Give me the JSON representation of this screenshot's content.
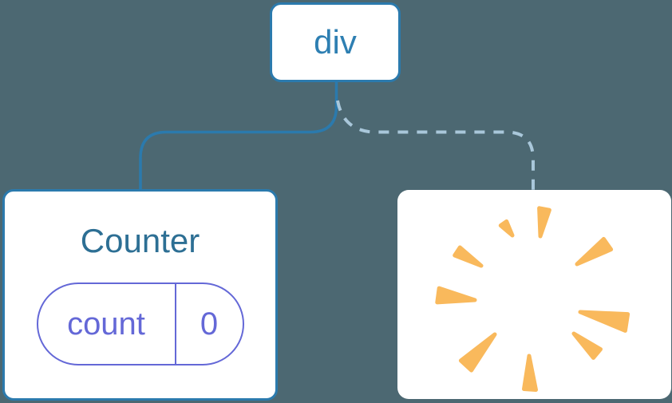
{
  "canvas": {
    "background_color": "#4C6872"
  },
  "tree": {
    "root": {
      "label": "div",
      "border_color": "#2B7AAD",
      "text_color": "#2E7FB2"
    },
    "edges": {
      "solid_color": "#2B7AAD",
      "dashed_color": "#A9C7DA"
    },
    "children": [
      {
        "type": "component",
        "title": "Counter",
        "title_color": "#2D6F94",
        "connector": "solid",
        "state": {
          "key": "count",
          "value": "0",
          "accent_color": "#6468D7"
        }
      },
      {
        "type": "removed",
        "icon": "poof-burst",
        "icon_color": "#F9B95C",
        "connector": "dashed"
      }
    ]
  }
}
